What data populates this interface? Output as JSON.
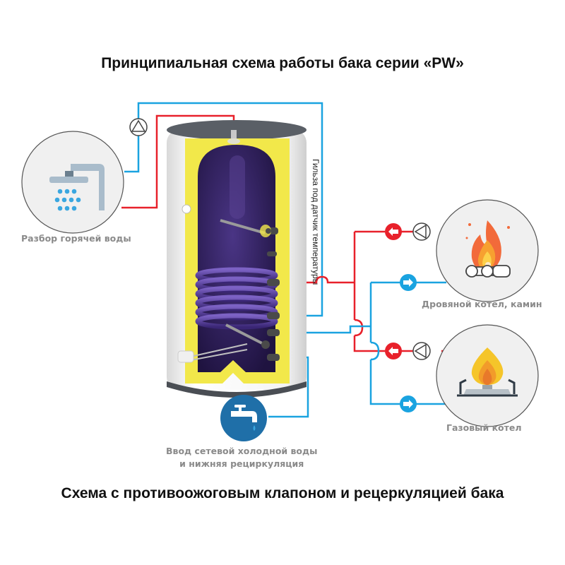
{
  "titles": {
    "top": "Принципиальная схема работы бака серии «PW»",
    "bottom": "Схема с противоожоговым клапоном и рецеркуляцией бака"
  },
  "labels": {
    "shower": "Разбор горячей воды",
    "wood_boiler": "Дровяной котел, камин",
    "gas_boiler": "Газовый котел",
    "cold_water_line1": "Ввод  сетевой холодной воды",
    "cold_water_line2": "и нижняя рециркуляция",
    "sensor_sleeve": "Гильза под датчик температуры"
  },
  "icons": {
    "shower": "shower-icon",
    "fire": "campfire-icon",
    "gas": "gas-burner-icon",
    "tap": "water-tap-icon",
    "pump": "circulation-pump-icon",
    "arrow_left": "arrow-left-icon",
    "arrow_right": "arrow-right-icon"
  },
  "colors": {
    "hot_pipe": "#e8212b",
    "cold_pipe": "#1aa3e0",
    "tank_insulation": "#f2e84a",
    "tank_inner": "#2e1d5c",
    "tank_shell": "#f3f3f3",
    "tank_cap": "#555a60",
    "tap_circle": "#1f6fa8",
    "label_gray": "#8a8a8a"
  }
}
